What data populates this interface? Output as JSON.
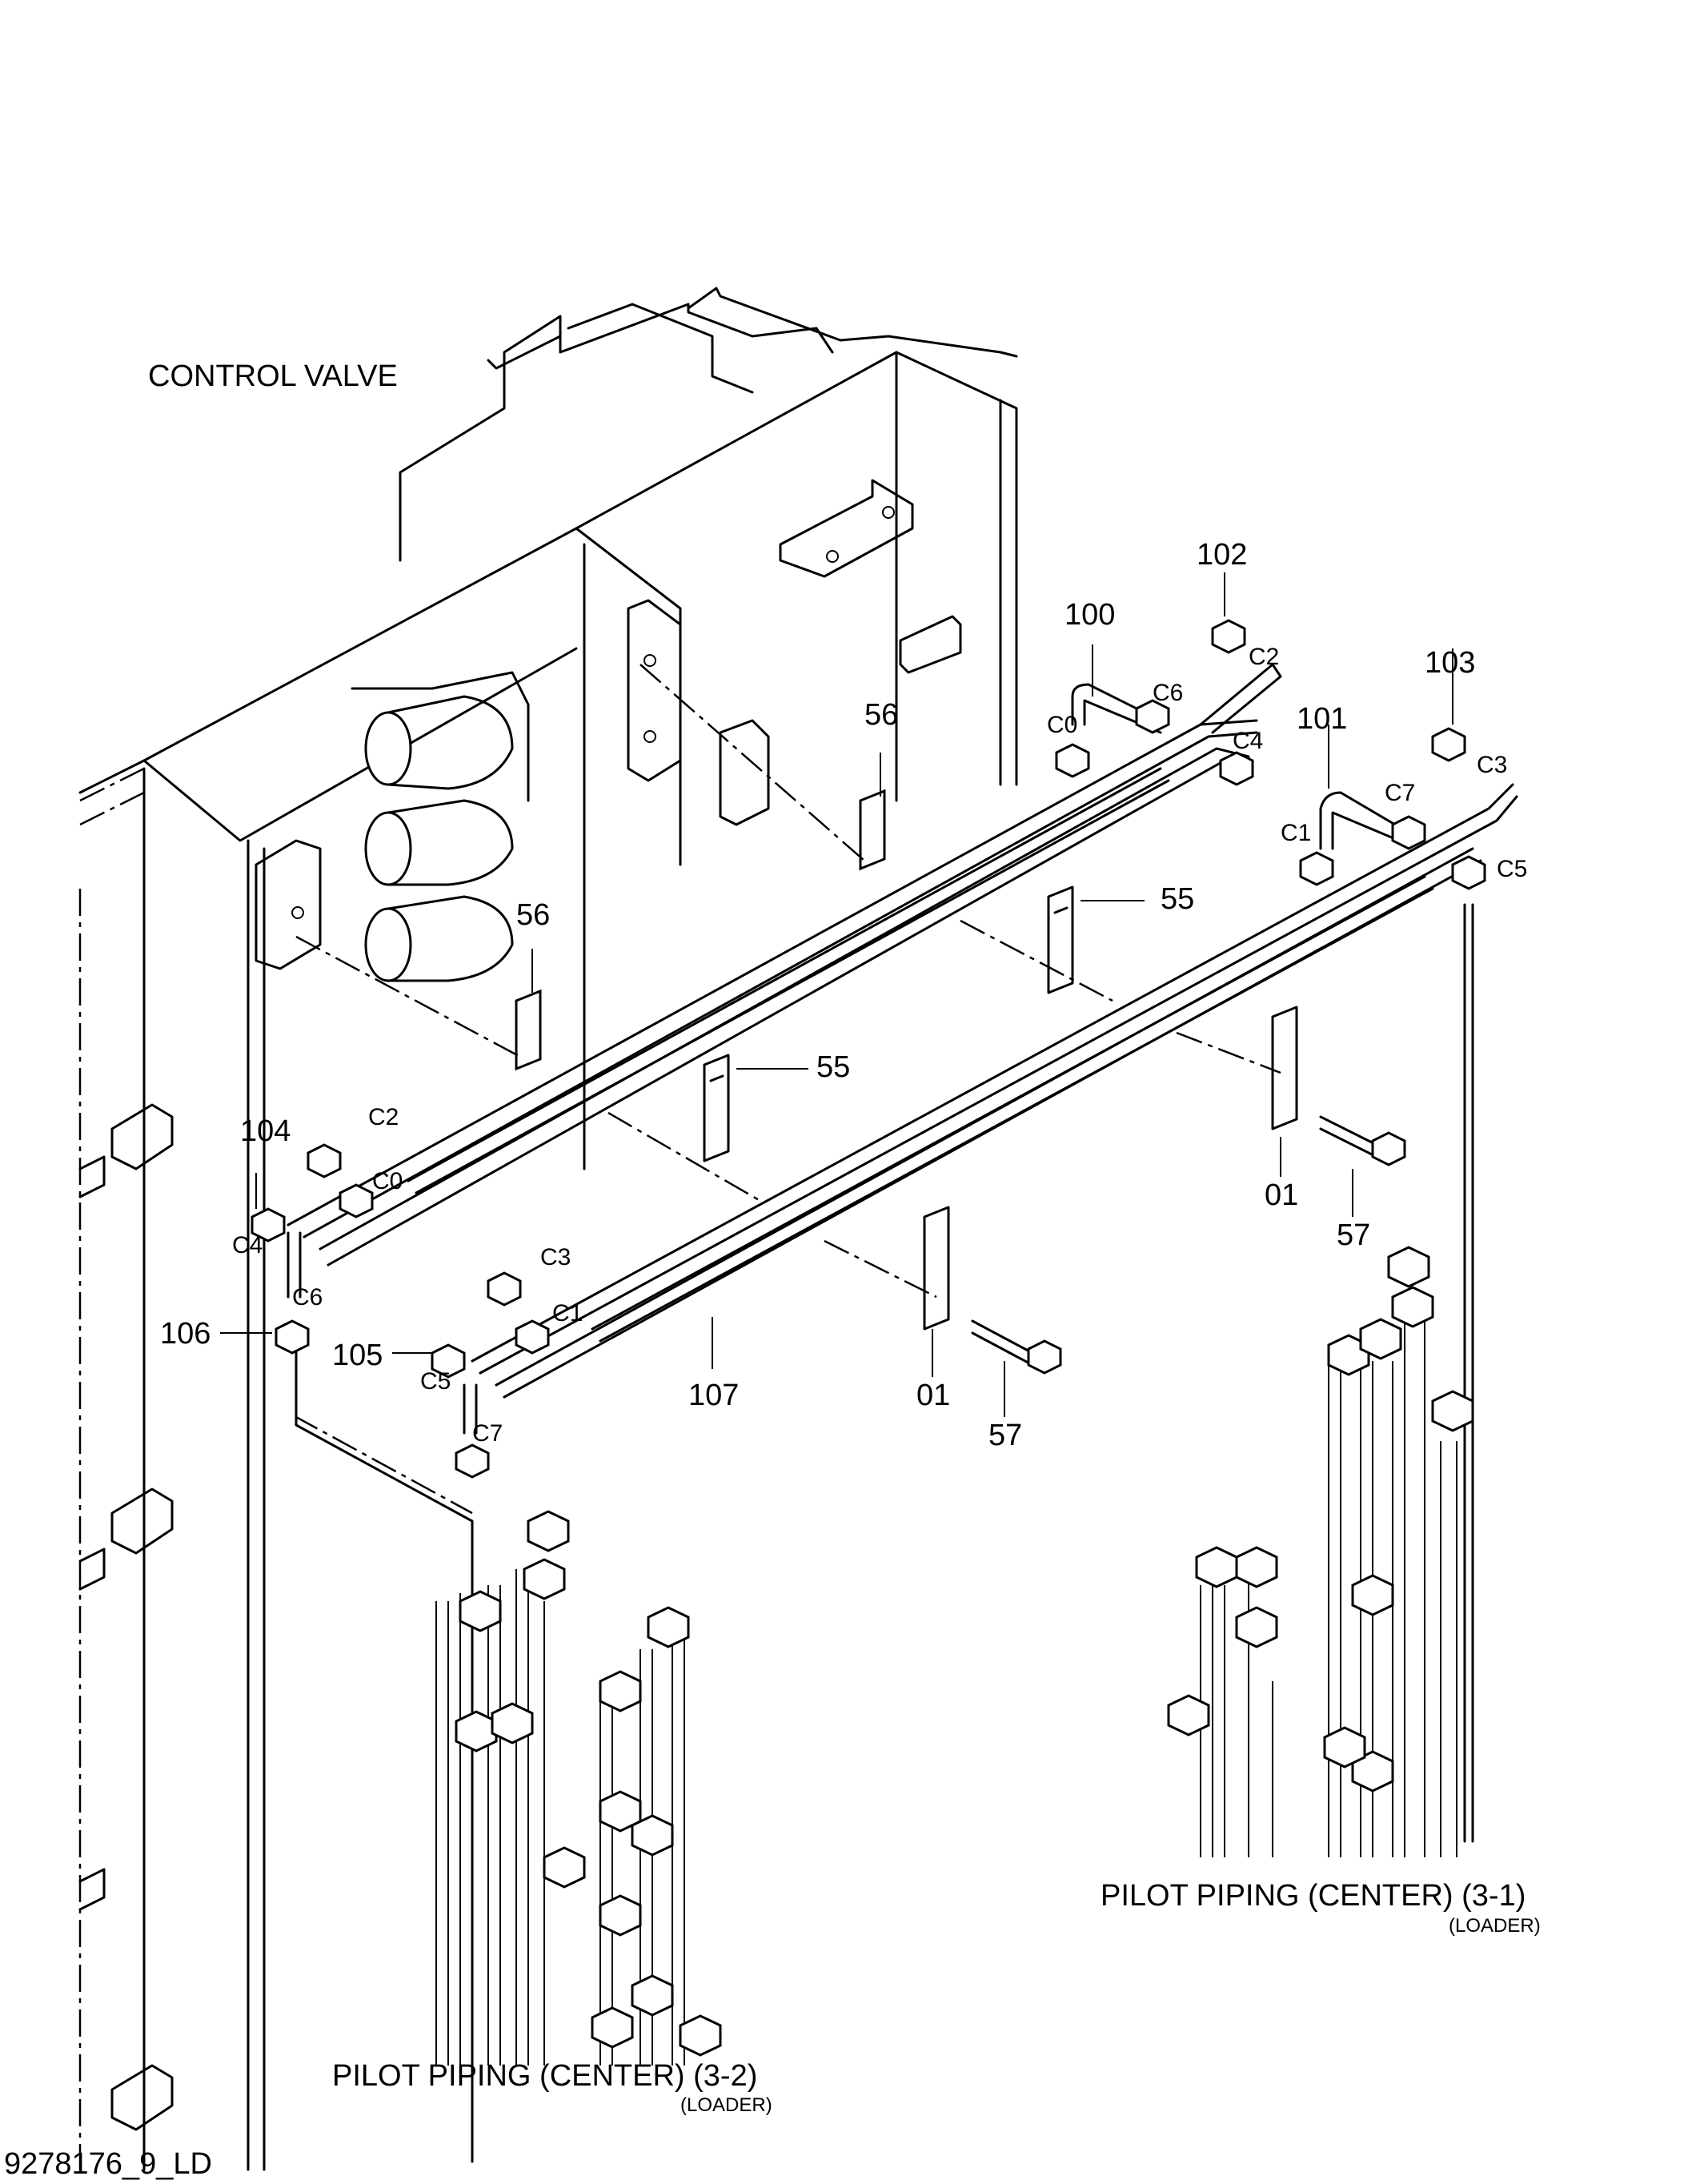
{
  "title": "CONTROL VALVE",
  "footer_code": "9278176_9_LD",
  "callouts": {
    "c100": "100",
    "c101": "101",
    "c102": "102",
    "c103": "103",
    "c104": "104",
    "c105": "105",
    "c106": "106",
    "c107": "107",
    "c56a": "56",
    "c56b": "56",
    "c55a": "55",
    "c55b": "55",
    "c01a": "01",
    "c01b": "01",
    "c57a": "57",
    "c57b": "57"
  },
  "ports": {
    "p_c0a": "C0",
    "p_c6a": "C6",
    "p_c4a": "C4",
    "p_c2a": "C2",
    "p_c1a": "C1",
    "p_c7a": "C7",
    "p_c3a": "C3",
    "p_c5a": "C5",
    "p_c2b": "C2",
    "p_c0b": "C0",
    "p_c4b": "C4",
    "p_c6b": "C6",
    "p_c3b": "C3",
    "p_c1b": "C1",
    "p_c5b": "C5",
    "p_c7b": "C7"
  },
  "references": {
    "ref_31_title": "PILOT  PIPING (CENTER)  (3-1)",
    "ref_31_sub": "(LOADER)",
    "ref_32_title": "PILOT  PIPING (CENTER)  (3-2)",
    "ref_32_sub": "(LOADER)"
  }
}
